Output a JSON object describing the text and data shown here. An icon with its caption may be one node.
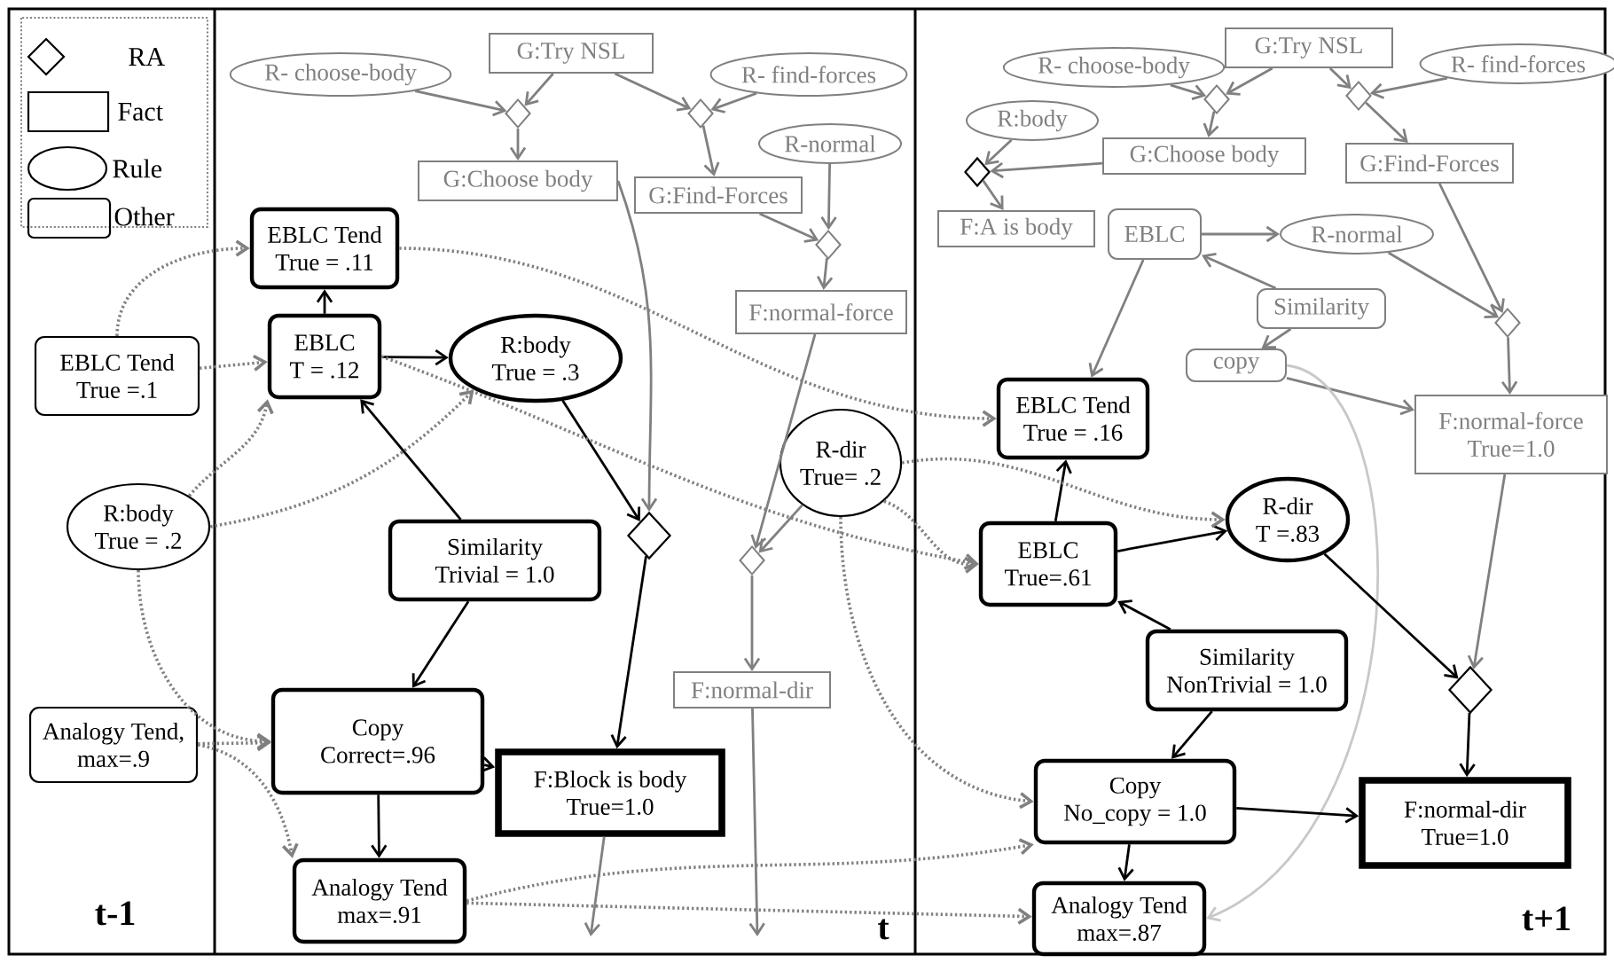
{
  "diagram": {
    "nodes": [
      {
        "text": [
          "EBLC Tend",
          "True =.1"
        ]
      },
      {
        "text": [
          "R:body",
          "True = .2"
        ]
      },
      {
        "text": [
          "Analogy Tend,",
          "max=.9"
        ]
      },
      {
        "text": [
          "R- choose-body"
        ]
      },
      {
        "text": [
          "G:Try NSL"
        ]
      },
      {
        "text": [
          "R- find-forces"
        ]
      },
      {
        "text": [],
        "shape": "diamond"
      },
      {
        "text": [],
        "shape": "diamond"
      },
      {
        "text": [
          "G:Choose body"
        ]
      },
      {
        "text": [
          "G:Find-Forces"
        ]
      },
      {
        "text": [
          "R-normal"
        ]
      },
      {
        "text": [],
        "shape": "diamond"
      },
      {
        "text": [
          "F:normal-force"
        ]
      },
      {
        "text": [
          "EBLC Tend",
          "True = .11"
        ]
      },
      {
        "text": [
          "EBLC",
          "T = .12"
        ]
      },
      {
        "text": [
          "R:body",
          "True = .3"
        ]
      },
      {
        "text": [
          "R-dir",
          "True= .2"
        ]
      },
      {
        "text": [],
        "shape": "diamond"
      },
      {
        "text": [
          "Similarity",
          "Trivial = 1.0"
        ]
      },
      {
        "text": [],
        "shape": "diamond"
      },
      {
        "text": [
          "Copy",
          "Correct=.96"
        ]
      },
      {
        "text": [
          "F:Block is body",
          "True=1.0"
        ]
      },
      {
        "text": [
          "F:normal-dir"
        ]
      },
      {
        "text": [
          "Analogy Tend",
          "max=.91"
        ]
      },
      {
        "text": [
          "R- choose-body"
        ]
      },
      {
        "text": [
          "G:Try NSL"
        ]
      },
      {
        "text": [
          "R- find-forces"
        ]
      },
      {
        "text": [],
        "shape": "diamond"
      },
      {
        "text": [],
        "shape": "diamond"
      },
      {
        "text": [
          "R:body"
        ]
      },
      {
        "text": [
          "G:Choose body"
        ]
      },
      {
        "text": [],
        "shape": "diamond"
      },
      {
        "text": [
          "G:Find-Forces"
        ]
      },
      {
        "text": [
          "F:A is body"
        ]
      },
      {
        "text": [
          "EBLC"
        ]
      },
      {
        "text": [
          "R-normal"
        ]
      },
      {
        "text": [
          "Similarity"
        ]
      },
      {
        "text": [
          "copy"
        ]
      },
      {
        "text": [],
        "shape": "diamond"
      },
      {
        "text": [
          "F:normal-force",
          "True=1.0"
        ]
      },
      {
        "text": [
          "EBLC Tend",
          "True = .16"
        ]
      },
      {
        "text": [
          "R-dir",
          "T =.83"
        ]
      },
      {
        "text": [
          "EBLC",
          "True=.61"
        ]
      },
      {
        "text": [
          "Similarity",
          "NonTrivial = 1.0"
        ]
      },
      {
        "text": [],
        "shape": "diamond"
      },
      {
        "text": [
          "Copy",
          "No_copy = 1.0"
        ]
      },
      {
        "text": [
          "F:normal-dir",
          "True=1.0"
        ]
      },
      {
        "text": [
          "Analogy Tend",
          "max=.87"
        ]
      }
    ],
    "edges": [
      {
        "from": 3,
        "to": 6,
        "arrow": "to"
      },
      {
        "from": 4,
        "to": 6,
        "arrow": "to"
      },
      {
        "from": 6,
        "to": 8,
        "arrow": "to"
      },
      {
        "from": 4,
        "to": 7,
        "arrow": "to"
      },
      {
        "from": 5,
        "to": 7,
        "arrow": "to"
      },
      {
        "from": 7,
        "to": 9,
        "arrow": "to"
      },
      {
        "from": 9,
        "to": 11,
        "arrow": "to"
      },
      {
        "from": 10,
        "to": 11,
        "arrow": "to"
      },
      {
        "from": 11,
        "to": 12,
        "arrow": "to"
      },
      {
        "from": 12,
        "to": 19,
        "arrow": "to"
      },
      {
        "from": 16,
        "to": 19,
        "arrow": "to"
      },
      {
        "from": 19,
        "to": 22,
        "arrow": "to"
      },
      {
        "from": 22,
        "to": null,
        "arrow": "to"
      },
      {
        "from": 8,
        "to": 17,
        "arrow": "to"
      },
      {
        "from": 21,
        "to": null,
        "arrow": "to"
      },
      {
        "from": 14,
        "to": 13,
        "arrow": "to",
        "color": "#000000"
      },
      {
        "from": 14,
        "to": 15,
        "arrow": "to",
        "color": "#000000"
      },
      {
        "from": 18,
        "to": 14,
        "arrow": "to",
        "color": "#000000"
      },
      {
        "from": 18,
        "to": 20,
        "arrow": "to",
        "color": "#000000"
      },
      {
        "from": 15,
        "to": 17,
        "arrow": "to",
        "color": "#000000"
      },
      {
        "from": 17,
        "to": 21,
        "arrow": "to",
        "color": "#000000"
      },
      {
        "from": 20,
        "to": 21,
        "arrow": "to",
        "color": "#000000"
      },
      {
        "from": 20,
        "to": 23,
        "arrow": "to",
        "color": "#000000"
      },
      {
        "from": 24,
        "to": 27,
        "arrow": "to"
      },
      {
        "from": 25,
        "to": 27,
        "arrow": "to"
      },
      {
        "from": 25,
        "to": 28,
        "arrow": "to"
      },
      {
        "from": 26,
        "to": 28,
        "arrow": "to"
      },
      {
        "from": 27,
        "to": 30,
        "arrow": "to"
      },
      {
        "from": 28,
        "to": 32,
        "arrow": "to"
      },
      {
        "from": 30,
        "to": 31,
        "arrow": "to"
      },
      {
        "from": 29,
        "to": 31,
        "arrow": "to"
      },
      {
        "from": 31,
        "to": 33,
        "arrow": "to"
      },
      {
        "from": 34,
        "to": 35,
        "arrow": "to"
      },
      {
        "from": 36,
        "to": 34,
        "arrow": "to"
      },
      {
        "from": 34,
        "to": 40,
        "arrow": "to"
      },
      {
        "from": 36,
        "to": 37,
        "arrow": "to"
      },
      {
        "from": 32,
        "to": 38,
        "arrow": "to"
      },
      {
        "from": 35,
        "to": 38,
        "arrow": "to"
      },
      {
        "from": 38,
        "to": 39,
        "arrow": "to"
      },
      {
        "from": 37,
        "to": 39,
        "arrow": "to"
      },
      {
        "from": 37,
        "to": 47,
        "arrow": "to",
        "color": "#c8c8c8"
      },
      {
        "from": 39,
        "to": 44,
        "arrow": "to"
      },
      {
        "from": 42,
        "to": 40,
        "arrow": "to",
        "color": "#000000"
      },
      {
        "from": 42,
        "to": 41,
        "arrow": "to",
        "color": "#000000"
      },
      {
        "from": 43,
        "to": 42,
        "arrow": "to",
        "color": "#000000"
      },
      {
        "from": 43,
        "to": 45,
        "arrow": "to",
        "color": "#000000"
      },
      {
        "from": 41,
        "to": 44,
        "arrow": "to",
        "color": "#000000"
      },
      {
        "from": 44,
        "to": 46,
        "arrow": "to",
        "color": "#000000"
      },
      {
        "from": 45,
        "to": 46,
        "arrow": "to",
        "color": "#000000"
      },
      {
        "from": 45,
        "to": 47,
        "arrow": "to",
        "color": "#000000"
      },
      {
        "from": 0,
        "to": 13,
        "arrow": "to",
        "style": "dashed"
      },
      {
        "from": 0,
        "to": 14,
        "arrow": "to",
        "style": "dashed"
      },
      {
        "from": 1,
        "to": 14,
        "arrow": "to",
        "style": "dashed"
      },
      {
        "from": 1,
        "to": 15,
        "arrow": "to",
        "style": "dashed"
      },
      {
        "from": 1,
        "to": 20,
        "arrow": "to",
        "style": "dashed"
      },
      {
        "from": 2,
        "to": 20,
        "arrow": "to",
        "style": "dashed"
      },
      {
        "from": 2,
        "to": 23,
        "arrow": "to",
        "style": "dashed"
      },
      {
        "from": 13,
        "to": 40,
        "arrow": "to",
        "style": "dashed"
      },
      {
        "from": 14,
        "to": 42,
        "arrow": "to",
        "style": "dashed"
      },
      {
        "from": 16,
        "to": 41,
        "arrow": "to",
        "style": "dashed"
      },
      {
        "from": 16,
        "to": 42,
        "arrow": "to",
        "style": "dashed"
      },
      {
        "from": 16,
        "to": 45,
        "arrow": "to",
        "style": "dashed"
      },
      {
        "from": 23,
        "to": 45,
        "arrow": "to",
        "style": "dashed"
      },
      {
        "from": 23,
        "to": 47,
        "arrow": "to",
        "style": "dashed"
      }
    ],
    "labels": [
      "t-1",
      "t",
      "t+1"
    ],
    "legend": [
      {
        "text": "RA"
      },
      {
        "text": "Fact"
      },
      {
        "text": "Rule"
      },
      {
        "text": "Other"
      }
    ]
  }
}
